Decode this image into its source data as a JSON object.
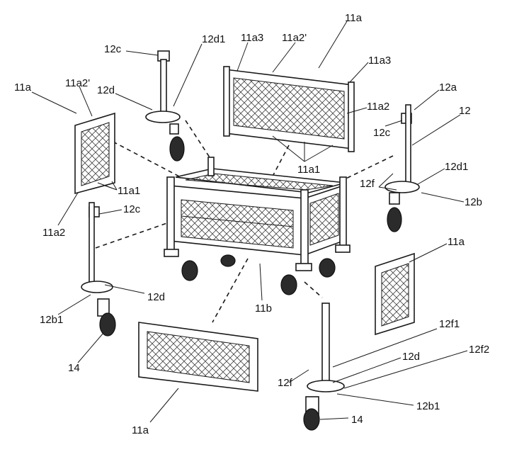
{
  "labels": {
    "l_11a_top": "11a",
    "l_11a2p_top": "11a2'",
    "l_11a3_top": "11a3",
    "l_12c_top": "12c",
    "l_12d1_top": "12d1",
    "l_11a3_right": "11a3",
    "l_11a_left": "11a",
    "l_11a2p_left": "11a2'",
    "l_12d_upper": "12d",
    "l_12a": "12a",
    "l_11a2_right": "11a2",
    "l_12": "12",
    "l_12c_right": "12c",
    "l_11a1_center": "11a1",
    "l_12d1_right": "12d1",
    "l_12f_right": "12f",
    "l_11a1_left": "11a1",
    "l_12b": "12b",
    "l_12c_left": "12c",
    "l_11a2_left": "11a2",
    "l_11a_right": "11a",
    "l_12d_left": "12d",
    "l_11b": "11b",
    "l_12b1_left": "12b1",
    "l_12f1": "12f1",
    "l_14_left": "14",
    "l_12d_lower": "12d",
    "l_12f2": "12f2",
    "l_12f_lower": "12f",
    "l_12b1_lower": "12b1",
    "l_14_lower": "14",
    "l_11a_bottom": "11a"
  }
}
